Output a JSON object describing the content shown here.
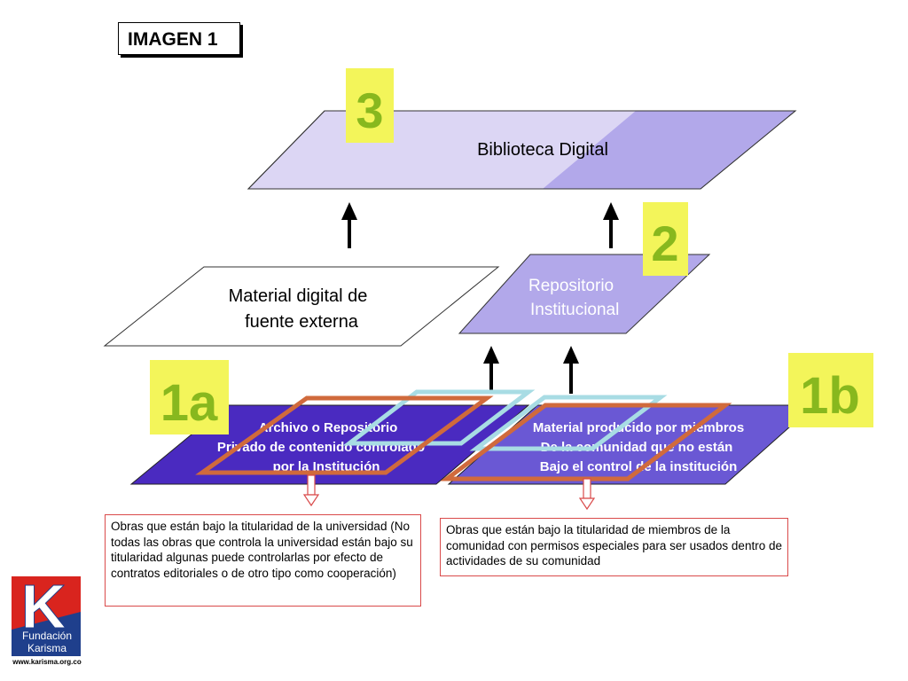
{
  "title": "IMAGEN 1",
  "layers": {
    "biblioteca": {
      "label": "Biblioteca Digital",
      "badge": "3"
    },
    "externa": {
      "line1": "Material digital de",
      "line2": "fuente externa"
    },
    "repositorio": {
      "line1": "Repositorio",
      "line2": "Institucional",
      "badge": "2"
    },
    "archivo": {
      "line1": "Archivo o Repositorio",
      "line2": "Privado de contenido controlado",
      "line3": "por la Institución",
      "badge": "1a"
    },
    "material": {
      "line1": "Material producido por miembros",
      "line2": "De la comunidad que no están",
      "line3": "Bajo el control de la institución",
      "badge": "1b"
    }
  },
  "notes": {
    "left": "Obras que están bajo la titularidad de la universidad (No todas las obras que controla la universidad están bajo su titularidad algunas puede controlarlas por efecto de contratos editoriales o de otro tipo como cooperación)",
    "right": "Obras que están bajo la titularidad de miembros de la comunidad con permisos especiales para ser usados dentro de actividades de su comunidad"
  },
  "logo": {
    "letter": "K",
    "line1": "Fundación",
    "line2": "Karisma",
    "url": "www.karisma.org.co"
  },
  "colors": {
    "lavender_light": "#dcd6f4",
    "lavender_mid": "#b2a8ea",
    "indigo": "#4a2ac0",
    "badge_yellow": "#f3f55a",
    "badge_text": "#88b81e",
    "orange_outline": "#d06a3c",
    "cyan_outline": "#a8dce4",
    "note_border": "#d94a4a"
  }
}
